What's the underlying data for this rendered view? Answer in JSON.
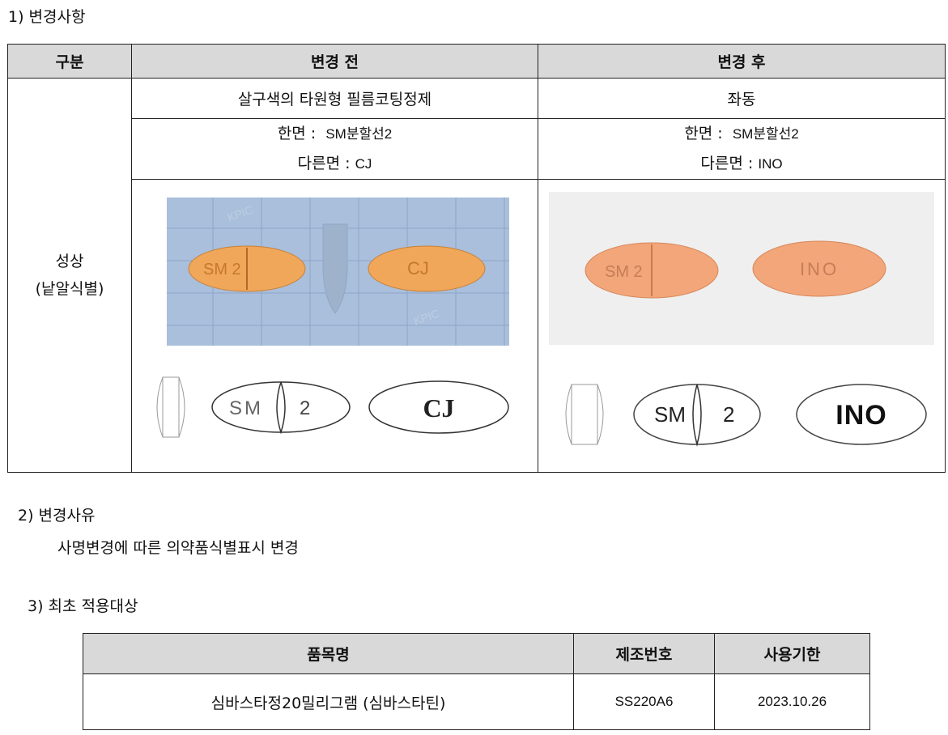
{
  "section1": {
    "heading": "1)  변경사항",
    "columns": [
      "구분",
      "변경 전",
      "변경 후"
    ],
    "row_label": [
      "성상",
      "(낱알식별)"
    ],
    "before": {
      "description": "살구색의 타원형 필름코팅정제",
      "front_label": "한면 : ",
      "front_value": "SM분할선2",
      "back_label": "다른면 : ",
      "back_value": "CJ",
      "photo_front_mark": "SM 2",
      "photo_back_mark": "CJ",
      "watermark": "KPIC",
      "drawing_front_left": "SM",
      "drawing_front_right": "2",
      "drawing_back": "CJ"
    },
    "after": {
      "description": "좌동",
      "front_label": "한면 : ",
      "front_value": "SM분할선2",
      "back_label": "다른면 : ",
      "back_value": "INO",
      "photo_front_mark": "SM 2",
      "photo_back_mark": "INO",
      "drawing_front_left": "SM",
      "drawing_front_right": "2",
      "drawing_back": "INO"
    },
    "colors": {
      "header_bg": "#d9d9d9",
      "tablet": "#f0a060",
      "photo_grid_bg": "#a9bfdc"
    }
  },
  "section2": {
    "heading": "2)  변경사유",
    "body": "사명변경에 따른 의약품식별표시 변경"
  },
  "section3": {
    "heading": "3)  최초 적용대상",
    "columns": [
      "품목명",
      "제조번호",
      "사용기한"
    ],
    "rows": [
      [
        "심바스타정20밀리그램 (심바스타틴)",
        "SS220A6",
        "2023.10.26"
      ]
    ]
  }
}
